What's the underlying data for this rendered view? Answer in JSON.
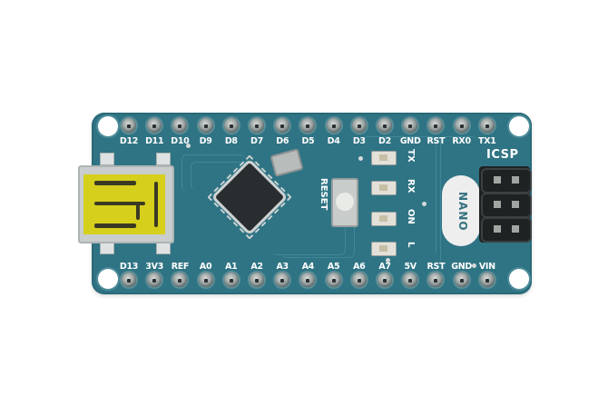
{
  "image": {
    "subject": "Arduino Nano microcontroller board, top view",
    "background_color": "#ffffff",
    "board_color": "#2f7484"
  },
  "board": {
    "name_label": "NANO",
    "icsp_label": "ICSP",
    "reset_label": "RESET",
    "led_labels": [
      "TX",
      "RX",
      "ON",
      "L"
    ],
    "top_pins": [
      "D12",
      "D11",
      "D10",
      "D9",
      "D8",
      "D7",
      "D6",
      "D5",
      "D4",
      "D3",
      "D2",
      "GND",
      "RST",
      "RX0",
      "TX1"
    ],
    "bottom_pins": [
      "D13",
      "3V3",
      "REF",
      "A0",
      "A1",
      "A2",
      "A3",
      "A4",
      "A5",
      "A6",
      "A7",
      "5V",
      "RST",
      "GND",
      "VIN"
    ]
  }
}
